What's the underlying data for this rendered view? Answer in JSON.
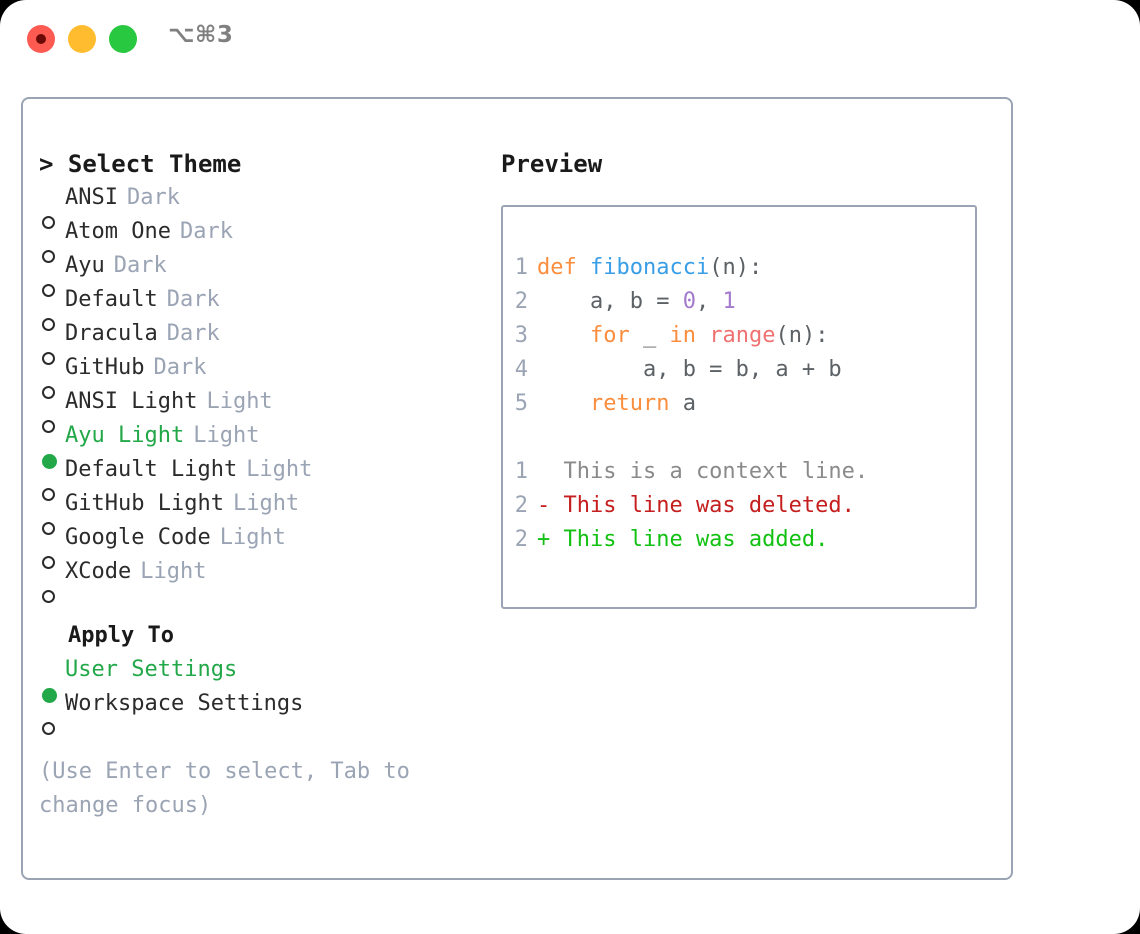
{
  "titlebar": {
    "shortcut": "⌥⌘3",
    "buttons": [
      {
        "name": "close",
        "color": "#FD5A52"
      },
      {
        "name": "minimize",
        "color": "#FEBC2E"
      },
      {
        "name": "maximize",
        "color": "#28C840"
      }
    ]
  },
  "left": {
    "heading_caret": "> ",
    "heading": "Select Theme",
    "themes": [
      {
        "marker": "○",
        "selected": false,
        "label": "ANSI",
        "variant": "Dark"
      },
      {
        "marker": "○",
        "selected": false,
        "label": "Atom One",
        "variant": "Dark"
      },
      {
        "marker": "○",
        "selected": false,
        "label": "Ayu",
        "variant": "Dark"
      },
      {
        "marker": "○",
        "selected": false,
        "label": "Default",
        "variant": "Dark"
      },
      {
        "marker": "○",
        "selected": false,
        "label": "Dracula",
        "variant": "Dark"
      },
      {
        "marker": "○",
        "selected": false,
        "label": "GitHub",
        "variant": "Dark"
      },
      {
        "marker": "○",
        "selected": false,
        "label": "ANSI Light",
        "variant": "Light"
      },
      {
        "marker": "●",
        "selected": true,
        "label": "Ayu Light",
        "variant": "Light"
      },
      {
        "marker": "○",
        "selected": false,
        "label": "Default Light",
        "variant": "Light"
      },
      {
        "marker": "○",
        "selected": false,
        "label": "GitHub Light",
        "variant": "Light"
      },
      {
        "marker": "○",
        "selected": false,
        "label": "Google Code",
        "variant": "Light"
      },
      {
        "marker": "○",
        "selected": false,
        "label": "XCode",
        "variant": "Light"
      }
    ],
    "apply_to_heading": "Apply To",
    "apply_to": [
      {
        "marker": "●",
        "selected": true,
        "label": "User Settings"
      },
      {
        "marker": "○",
        "selected": false,
        "label": "Workspace Settings"
      }
    ],
    "hint": "(Use Enter to select, Tab to change focus)"
  },
  "right": {
    "preview_title": "Preview",
    "code_lines": [
      {
        "number": "1",
        "tokens": [
          {
            "text": "def",
            "type": "keyword"
          },
          {
            "text": " ",
            "type": "plain"
          },
          {
            "text": "fibonacci",
            "type": "function"
          },
          {
            "text": "(n):",
            "type": "plain"
          }
        ]
      },
      {
        "number": "2",
        "tokens": [
          {
            "text": "    a, b = ",
            "type": "plain"
          },
          {
            "text": "0",
            "type": "number"
          },
          {
            "text": ", ",
            "type": "plain"
          },
          {
            "text": "1",
            "type": "number"
          }
        ]
      },
      {
        "number": "3",
        "tokens": [
          {
            "text": "    ",
            "type": "plain"
          },
          {
            "text": "for",
            "type": "keyword"
          },
          {
            "text": " _ ",
            "type": "plain"
          },
          {
            "text": "in",
            "type": "keyword"
          },
          {
            "text": " ",
            "type": "plain"
          },
          {
            "text": "range",
            "type": "builtin"
          },
          {
            "text": "(n):",
            "type": "plain"
          }
        ]
      },
      {
        "number": "4",
        "tokens": [
          {
            "text": "        a, b = b, a + b",
            "type": "plain"
          }
        ]
      },
      {
        "number": "5",
        "tokens": [
          {
            "text": "    ",
            "type": "plain"
          },
          {
            "text": "return",
            "type": "keyword"
          },
          {
            "text": " a",
            "type": "plain"
          }
        ]
      }
    ],
    "diff_lines": [
      {
        "number": "1",
        "kind": "context",
        "text": "  This is a context line."
      },
      {
        "number": "2",
        "kind": "deleted",
        "text": "- This line was deleted."
      },
      {
        "number": "2",
        "kind": "added",
        "text": "+ This line was added."
      }
    ]
  },
  "colors": {
    "accent_green": "#22A848",
    "muted": "#9BA4B4",
    "text": "#2B2B2B",
    "keyword": "#FA8D3E",
    "function": "#399EE6",
    "number": "#A37ACC",
    "builtin": "#F07171",
    "plain": "#5C6166",
    "diff_context": "#8A8A8A",
    "diff_deleted": "#C41E1E",
    "diff_added": "#12C112",
    "border": "#9BA4B4"
  }
}
